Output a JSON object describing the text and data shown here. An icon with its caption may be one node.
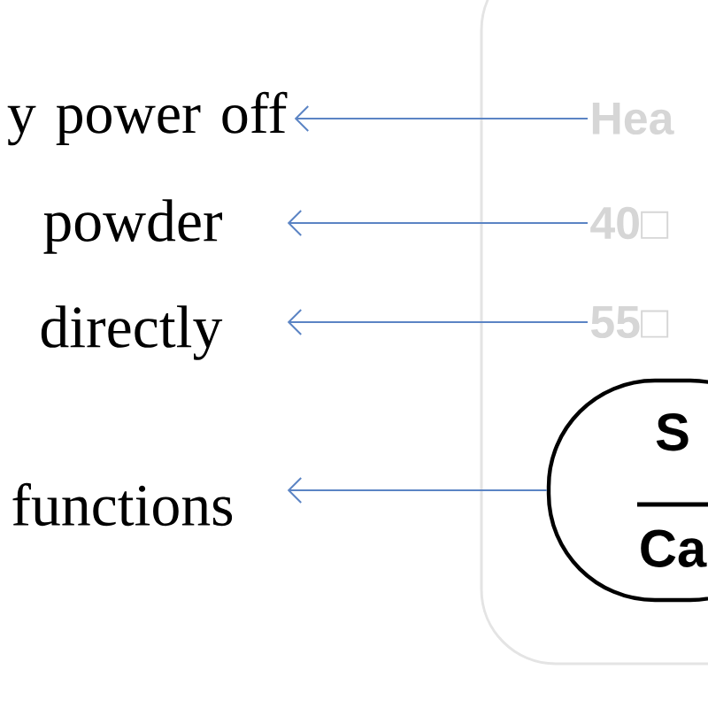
{
  "diagram": {
    "nodes": [
      {
        "text": [
          "y power off"
        ]
      },
      {
        "text": [
          "powder"
        ]
      },
      {
        "text": [
          "directly"
        ]
      },
      {
        "text": [
          "functions"
        ]
      },
      {
        "text": [],
        "shape": "box"
      },
      {
        "text": [
          "Hea"
        ],
        "in": 4
      },
      {
        "text": [
          "40□"
        ],
        "in": 4
      },
      {
        "text": [
          "55□"
        ],
        "in": 4
      },
      {
        "text": [
          "S",
          "Ca"
        ],
        "in": 4
      }
    ],
    "edges": [
      {
        "from": 5,
        "to": 0,
        "arrow": "to"
      },
      {
        "from": 6,
        "to": 1,
        "arrow": "to"
      },
      {
        "from": 7,
        "to": 2,
        "arrow": "to"
      },
      {
        "from": 8,
        "to": 3,
        "arrow": "to"
      }
    ]
  }
}
